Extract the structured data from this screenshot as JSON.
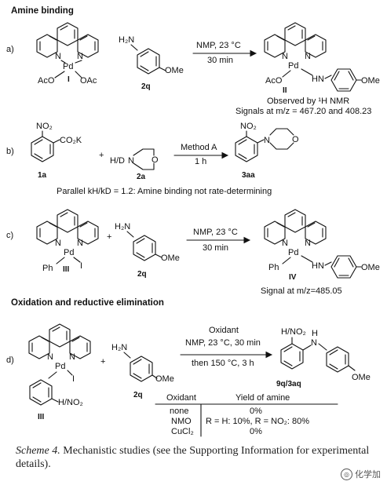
{
  "sections": {
    "amine_binding": "Amine binding",
    "oxidation": "Oxidation and reductive elimination"
  },
  "panels": {
    "a": {
      "letter": "a)",
      "left_atoms": {
        "N1": "N",
        "N2": "N",
        "Pd": "Pd",
        "OAc1": "AcO",
        "OAc2": "OAc"
      },
      "left_label": "I",
      "amine_label": "2q",
      "amine_nh2": "H₂N",
      "amine_ome": "OMe",
      "cond_top": "NMP, 23 °C",
      "cond_bottom": "30 min",
      "prod_atoms": {
        "N1": "N",
        "N2": "N",
        "Pd": "Pd",
        "OAc": "AcO",
        "NH": "H",
        "N": "N",
        "OMe": "OMe"
      },
      "prod_label": "II",
      "note1": "Observed by ¹H NMR",
      "note2": "Signals at m/z = 467.20 and 408.23"
    },
    "b": {
      "letter": "b)",
      "sm_atoms": {
        "NO2": "NO₂",
        "CO2K": "CO₂K"
      },
      "sm_label": "1a",
      "plus": "+",
      "amine_atoms": {
        "HD": "H/D",
        "N": "N",
        "O": "O"
      },
      "amine_label": "2a",
      "cond_top": "Method A",
      "cond_bottom": "1 h",
      "prod_atoms": {
        "NO2": "NO₂",
        "N": "N",
        "O": "O"
      },
      "prod_label": "3aa",
      "note": "Parallel kH/kD = 1.2: Amine binding not rate-determining"
    },
    "c": {
      "letter": "c)",
      "left_atoms": {
        "N1": "N",
        "N2": "N",
        "Pd": "Pd",
        "Ph": "Ph",
        "I": "I"
      },
      "left_label": "III",
      "plus": "+",
      "amine_label": "2q",
      "amine_nh2": "H₂N",
      "amine_ome": "OMe",
      "cond_top": "NMP, 23 °C",
      "cond_bottom": "30 min",
      "prod_atoms": {
        "N1": "N",
        "N2": "N",
        "Pd": "Pd",
        "Ph": "Ph",
        "NH": "H",
        "N": "N",
        "OMe": "OMe"
      },
      "prod_label": "IV",
      "note": "Signal at m/z=485.05"
    },
    "d": {
      "letter": "d)",
      "left_atoms": {
        "N1": "N",
        "N2": "N",
        "Pd": "Pd",
        "I": "I",
        "HNO2": "H/NO₂"
      },
      "left_label": "III",
      "plus": "+",
      "amine_label": "2q",
      "amine_nh2": "H₂N",
      "amine_ome": "OMe",
      "cond_top": "Oxidant",
      "cond_mid": "NMP, 23 °C, 30 min",
      "cond_bottom": "then 150 °C, 3 h",
      "prod_atoms": {
        "HNO2": "H/NO₂",
        "NH_H": "H",
        "N": "N",
        "OMe": "OMe"
      },
      "prod_label": "9q/3aq",
      "table": {
        "headers": [
          "Oxidant",
          "Yield of amine"
        ],
        "rows": [
          {
            "oxidant": "none",
            "yield": "0%"
          },
          {
            "oxidant": "NMO",
            "yield": "R = H: 10%, R = NO₂: 80%"
          },
          {
            "oxidant": "CuCl₂",
            "yield": "0%"
          }
        ]
      }
    }
  },
  "caption": {
    "label": "Scheme 4.",
    "text": "Mechanistic studies (see the Supporting Information for experimental details)."
  },
  "watermark": {
    "text": "化学加",
    "icon": "watermark-logo-icon"
  }
}
